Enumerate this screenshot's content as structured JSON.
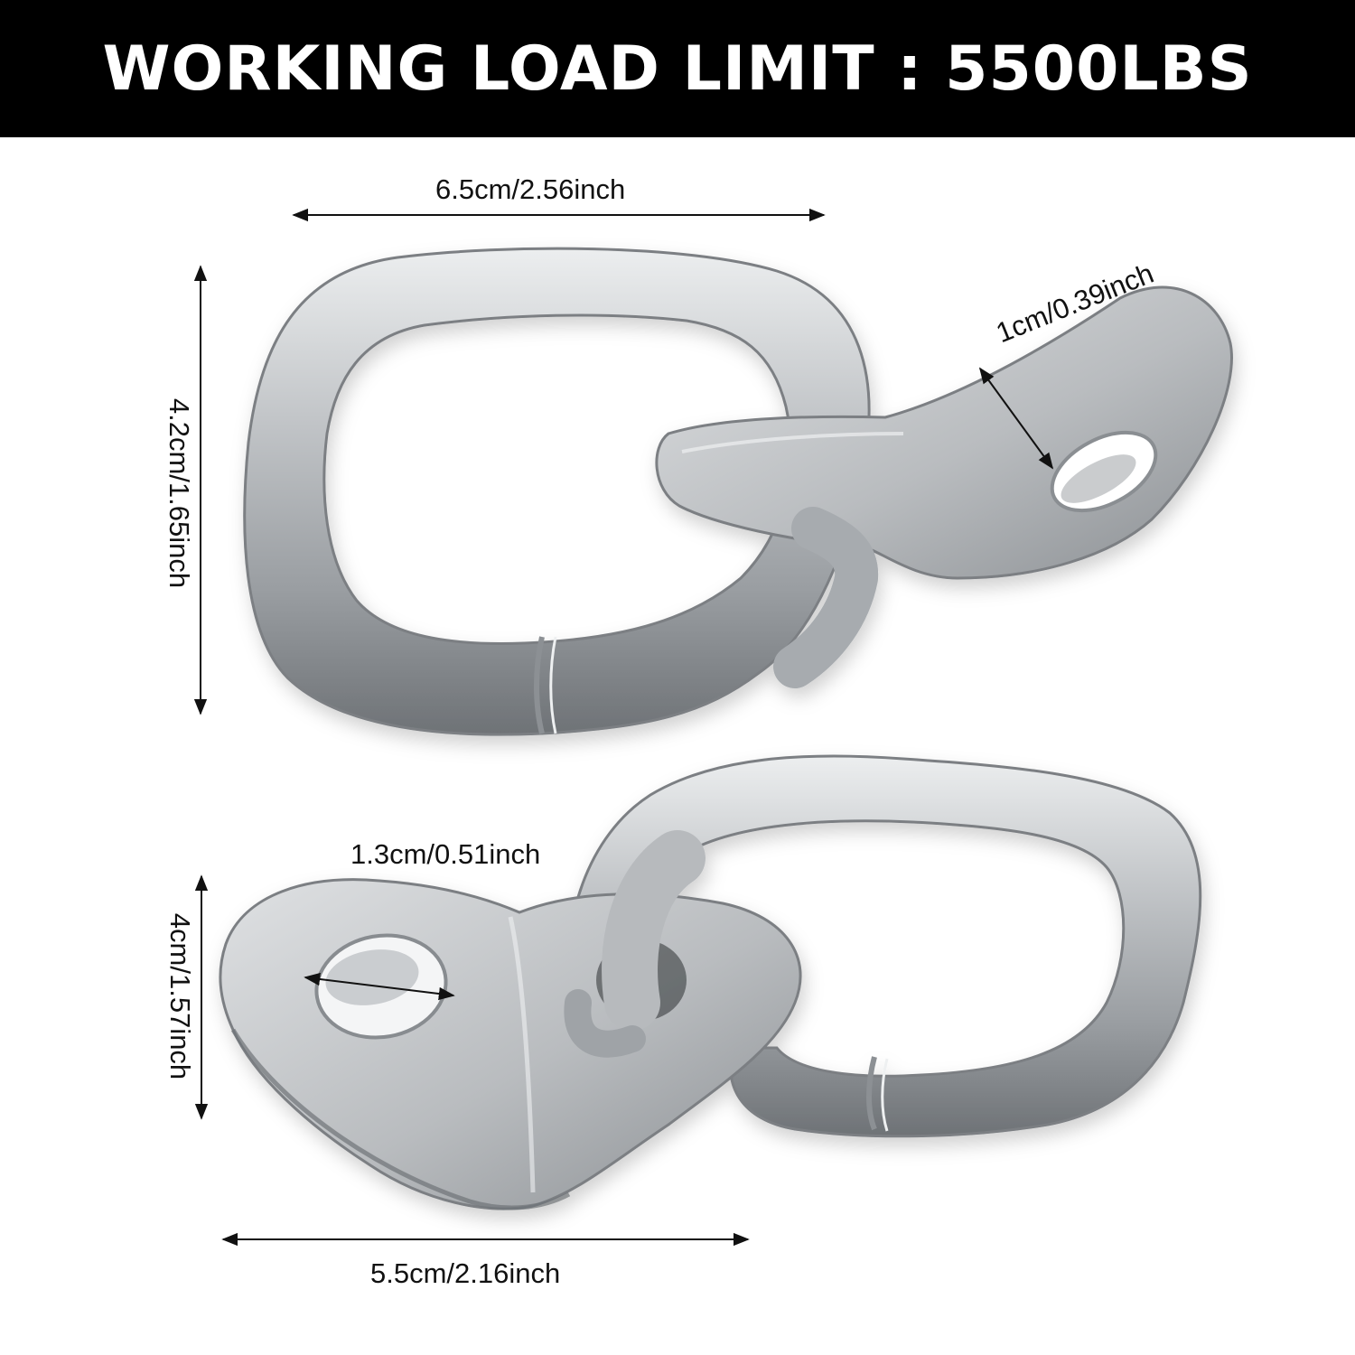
{
  "banner": {
    "title": "WORKING LOAD LIMIT : 5500LBS"
  },
  "dimensions": {
    "top_width": "6.5cm/2.56inch",
    "top_height": "4.2cm/1.65inch",
    "top_thickness": "1cm/0.39inch",
    "bottom_hole": "1.3cm/0.51inch",
    "bottom_height": "4cm/1.57inch",
    "bottom_width": "5.5cm/2.16inch"
  },
  "colors": {
    "banner_bg": "#000000",
    "banner_text": "#ffffff",
    "metal_light": "#d4d6d8",
    "metal_mid": "#a9acaf",
    "metal_dark": "#74777a"
  }
}
